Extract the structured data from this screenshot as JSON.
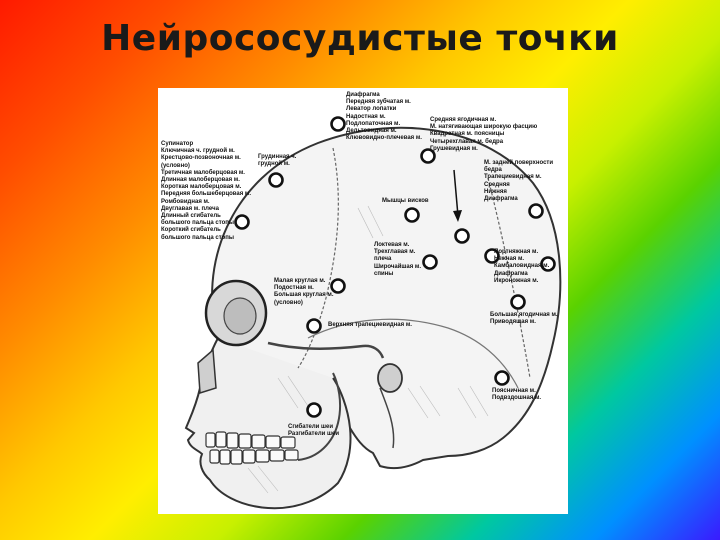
{
  "slide": {
    "title": "Нейрососудистые точки"
  },
  "icons": {
    "point": "circle-marker-icon",
    "arrow": "arrow-down-icon"
  },
  "labels": {
    "top_center": "Диафрагма\nПередняя зубчатая м.\nЛеватор лопатки\nНадостная м.\nПодлопаточная м.\nДельтовидная м.\nКлювовидно-плечевая м.",
    "top_right": "Средняя ягодичная м.\nМ. натягивающая широкую фасцию\nКвадратная м. поясницы\nЧетырехглавая м. бедра\nГрушевидная м.",
    "left_column": "Супинатор\nКлючичная ч. грудной м.\nКрестцово-позвоночная м.\n(условно)\nТретичная малоберцовая м.\nДлинная малоберцовая м.\nКороткая малоберцовая м.\nПередняя большеберцовая м.\nРомбовидная м.\nДвуглавая м. плеча\nДлинный сгибатель\nбольшого пальца стопы\nКороткий сгибатель\nбольшого пальца стопы",
    "chest": "Грудинная ч.\nгрудной м.",
    "posterior_thigh": "М. задней поверхности\nбедра\nТрапециевидная м.\nСредняя\nНижняя\nДиафрагма",
    "eye_muscles": "Мышцы висков",
    "shoulder": "Локтевая м.\nТрехглавая м.\nплеча\nШирочайшая м.\nспины",
    "right_middle": "Портняжная м.\nНежная м.\nКамбаловидная м.\nДиафрагма\nИкроножная м.",
    "round": "Малая круглая м.\nПодостная м.\nБольшая круглая м.\n(условно)",
    "trapezius": "Верхняя трапециевидная м.",
    "gluteus": "Большая ягодичная м.\nПриводящая м.",
    "lumbar": "Поясничная м.\nПодвздошная м.",
    "neck": "Сгибатели шеи\nРазгибатели шеи"
  }
}
